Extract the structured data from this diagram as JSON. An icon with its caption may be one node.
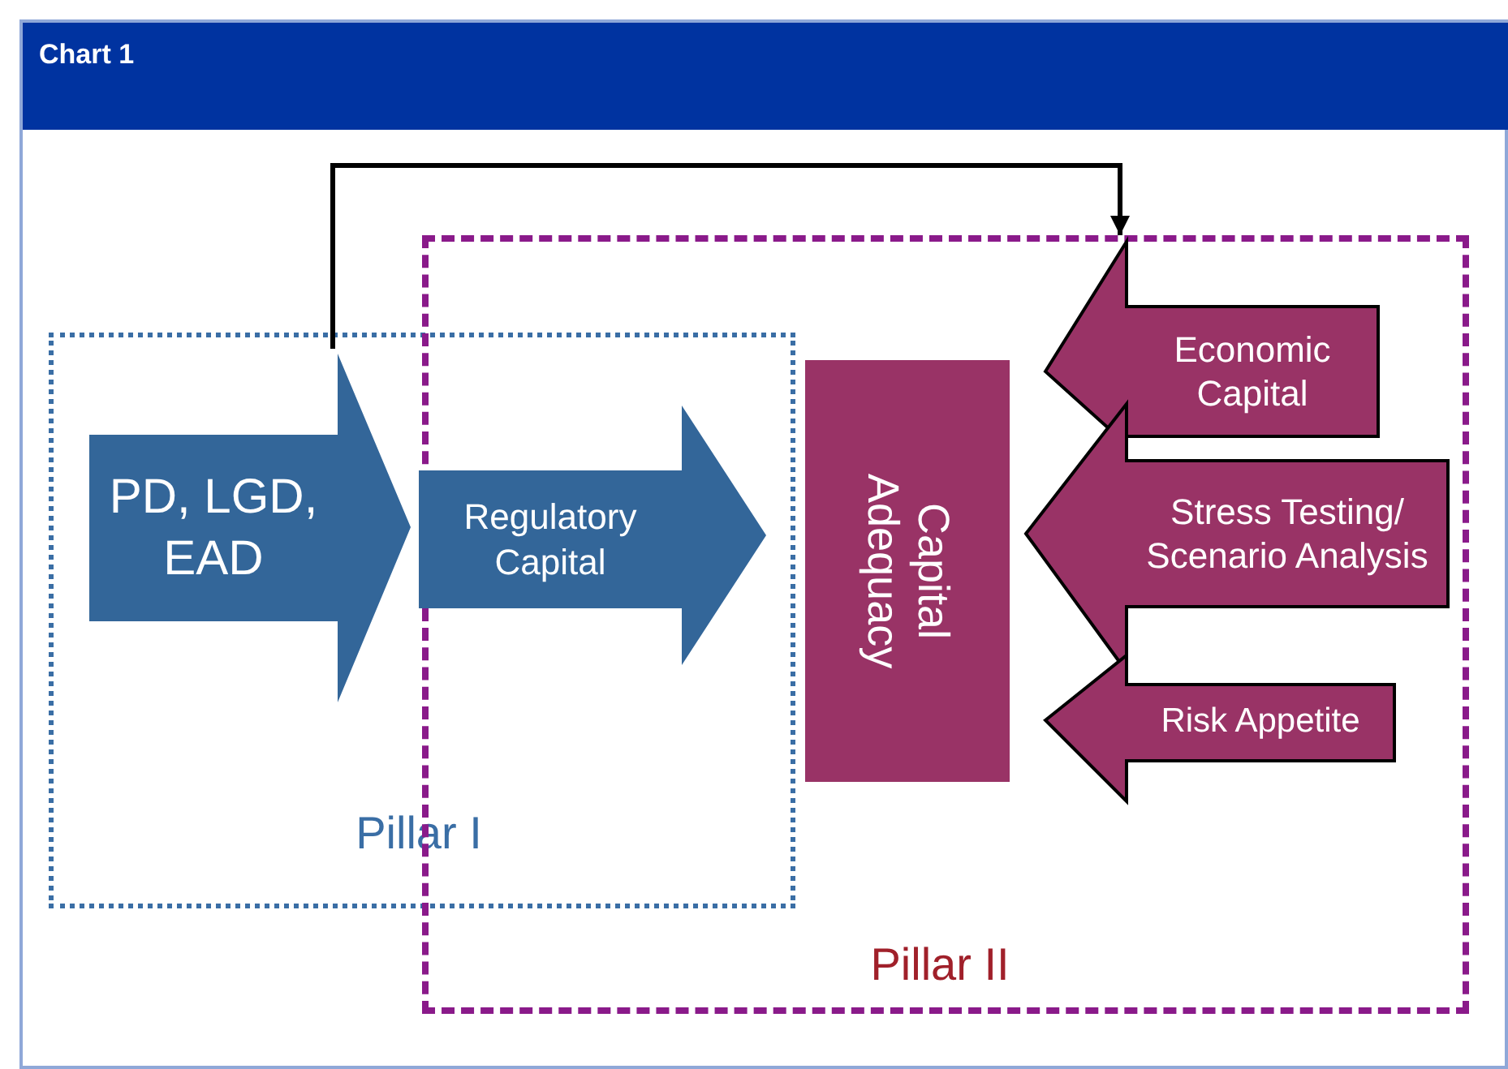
{
  "diagram": {
    "title": "Chart 1",
    "nodes": [
      {
        "text": [
          "Pillar I"
        ]
      },
      {
        "text": [
          "Pillar II"
        ]
      },
      {
        "text": [
          "PD, LGD, EAD"
        ],
        "in": 0
      },
      {
        "text": [
          "Regulatory Capital"
        ]
      },
      {
        "text": [
          "Capital Adequacy"
        ],
        "in": 1
      },
      {
        "text": [
          "Economic Capital"
        ],
        "in": 1
      },
      {
        "text": [
          "Stress Testing/ Scenario Analysis"
        ],
        "in": 1
      },
      {
        "text": [
          "Risk Appetite"
        ],
        "in": 1
      }
    ],
    "edges": [
      {
        "from": 2,
        "to": 5,
        "arrow": "to"
      }
    ]
  }
}
